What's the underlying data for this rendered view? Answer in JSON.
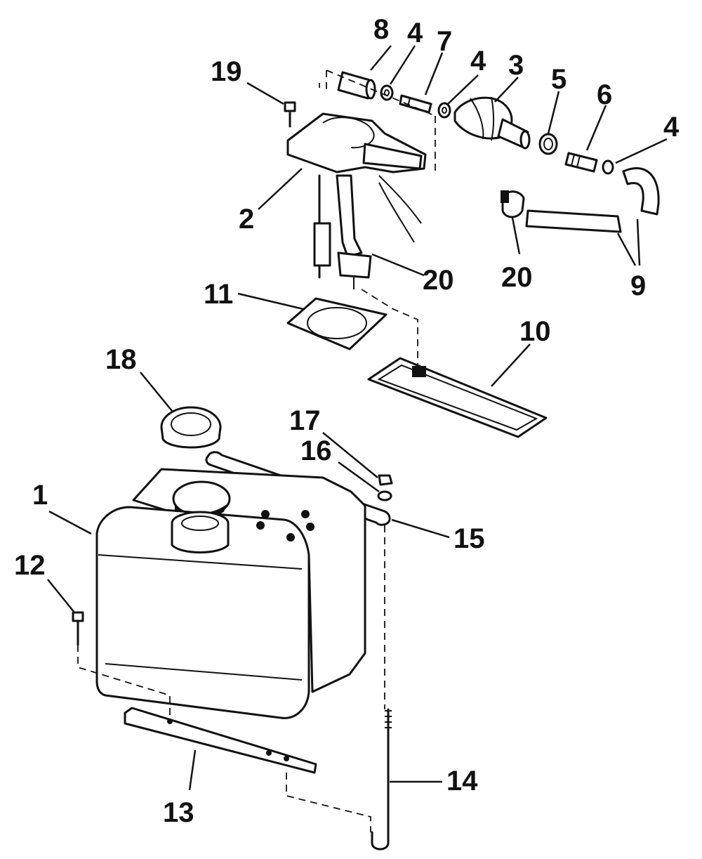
{
  "callouts": {
    "c1": "1",
    "c2": "2",
    "c3": "3",
    "c4a": "4",
    "c4b": "4",
    "c4c": "4",
    "c5": "5",
    "c6": "6",
    "c7": "7",
    "c8": "8",
    "c9": "9",
    "c10": "10",
    "c11": "11",
    "c12": "12",
    "c13": "13",
    "c14": "14",
    "c15": "15",
    "c16": "16",
    "c17": "17",
    "c18": "18",
    "c19": "19",
    "c20a": "20",
    "c20b": "20"
  }
}
